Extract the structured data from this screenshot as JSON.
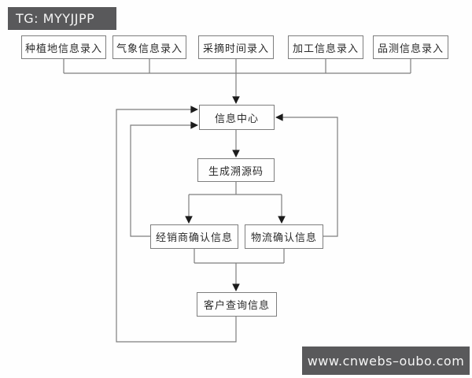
{
  "header": {
    "badge": "TG: MYYJJPP"
  },
  "footer": {
    "badge": "www.cnwebs–oubo.com"
  },
  "flowchart": {
    "title_hint": "product traceability information flow",
    "input_nodes": [
      "种植地信息录入",
      "气象信息录入",
      "采摘时间录入",
      "加工信息录入",
      "品测信息录入"
    ],
    "center_node": "信息中心",
    "trace_node": "生成溯源码",
    "dealer_node": "经销商确认信息",
    "logistics_node": "物流确认信息",
    "customer_node": "客户查询信息"
  },
  "colors": {
    "badge_bg": "#59595b",
    "badge_text": "#f5f5f5",
    "line": "#7e7e7e",
    "arrowhead": "#1c1c1c",
    "node_border": "#7e7e7e",
    "node_text": "#2b2b2b",
    "background": "#fefefe"
  }
}
